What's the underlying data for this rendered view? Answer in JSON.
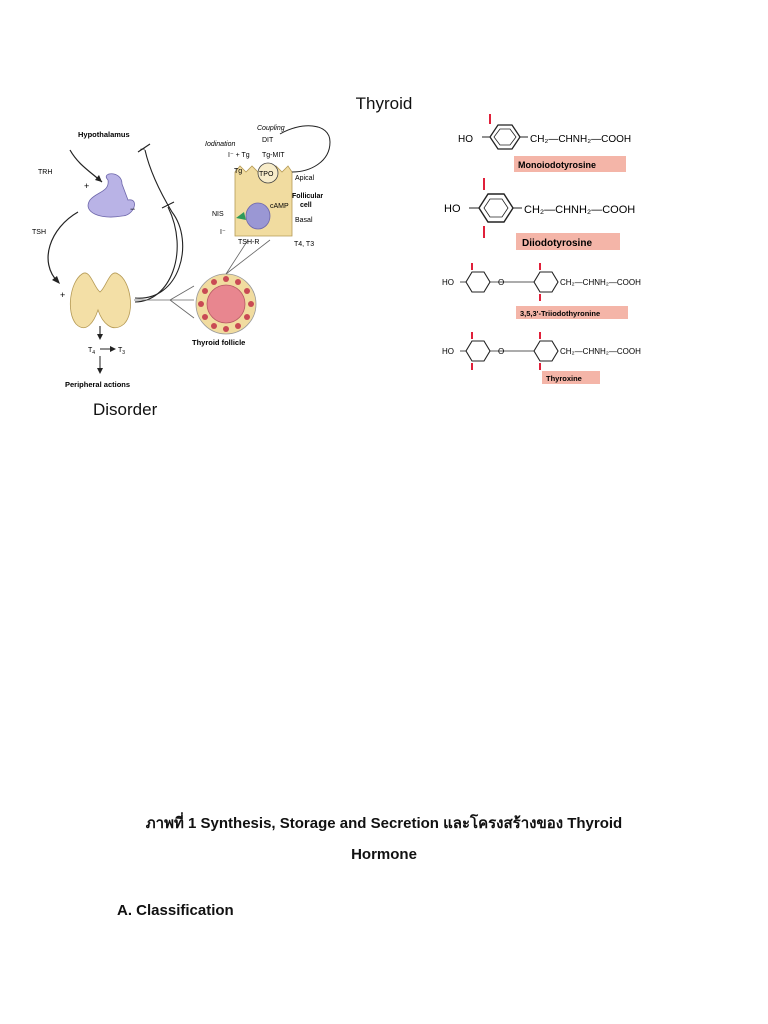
{
  "document": {
    "heading": "Thyroid",
    "subheading": "Disorder",
    "caption_line1": "ภาพที่ 1 Synthesis, Storage and Secretion และโครงสร้างของ Thyroid",
    "caption_line2": "Hormone",
    "section_title": "A. Classification"
  },
  "figure_left": {
    "hypothalamus": "Hypothalamus",
    "trh": "TRH",
    "tsh": "TSH",
    "plus": "+",
    "minus": "−",
    "t4": "T",
    "t4_sub": "4",
    "t3": "T",
    "t3_sub": "3",
    "peripheral": "Peripheral actions",
    "follicle": "Thyroid follicle",
    "coupling": "Coupling",
    "dit": "DIT",
    "tg_mit": "Tg-MIT",
    "iodination": "Iodination",
    "i_tg": "I⁻ + Tg",
    "tg": "Tg",
    "tpo": "TPO",
    "apical": "Apical",
    "follicular_cell": "Follicular",
    "follicular_cell2": "cell",
    "basal": "Basal",
    "nis": "NIS",
    "camp": "cAMP",
    "i_minus": "I⁻",
    "tshr": "TSH-R",
    "t4t3": "T4, T3"
  },
  "figure_right": {
    "ho": "HO",
    "chain": "CH₂—CHNH₂—COOH",
    "o": "O",
    "label1": "Monoiodotyrosine",
    "label2": "Diiodotyrosine",
    "label3": "3,5,3'-Triiodothyronine",
    "label4": "Thyroxine"
  },
  "colors": {
    "gland": "#f3dfa6",
    "pituitary": "#b9b3e6",
    "cell": "#f1dca0",
    "label_bg": "#f4b5a8",
    "follicle_fill": "#e8868f",
    "iodine_mark": "#e0203a"
  }
}
